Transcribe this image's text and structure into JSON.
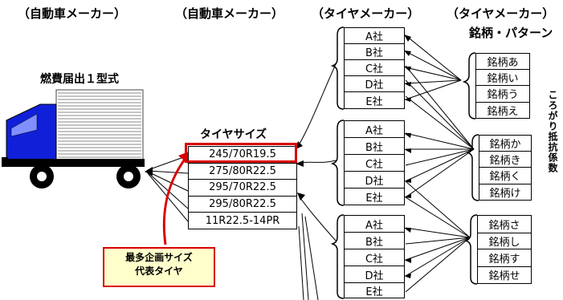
{
  "headers": {
    "automaker_1": "（自動車メーカー）",
    "automaker_2": "（自動車メーカー）",
    "tiremaker": "（タイヤメーカー）",
    "tiremaker_brand": "（タイヤメーカー）",
    "brand_pattern": "銘柄・パターン"
  },
  "truck_label": "燃費届出１型式",
  "tire_size_label": "タイヤサイズ",
  "tire_sizes": [
    "245/70R19.5",
    "275/80R22.5",
    "295/70R22.5",
    "295/80R22.5",
    "11R22.5-14PR"
  ],
  "company_groups": [
    [
      "A社",
      "B社",
      "C社",
      "D社",
      "E社"
    ],
    [
      "A社",
      "B社",
      "C社",
      "D社",
      "E社"
    ],
    [
      "A社",
      "B社",
      "C社",
      "D社",
      "E社"
    ]
  ],
  "brand_groups": [
    [
      "銘柄あ",
      "銘柄い",
      "銘柄う",
      "銘柄え"
    ],
    [
      "銘柄か",
      "銘柄き",
      "銘柄く",
      "銘柄け"
    ],
    [
      "銘柄さ",
      "銘柄し",
      "銘柄す",
      "銘柄せ"
    ]
  ],
  "rolling_resistance": "ころがり抵抗係数",
  "callout": {
    "line1": "最多企画サイズ",
    "line2": "代表タイヤ"
  },
  "colors": {
    "truck_cab": "#1020d8",
    "highlight": "#d80000",
    "callout_fill": "#ffffcc"
  }
}
